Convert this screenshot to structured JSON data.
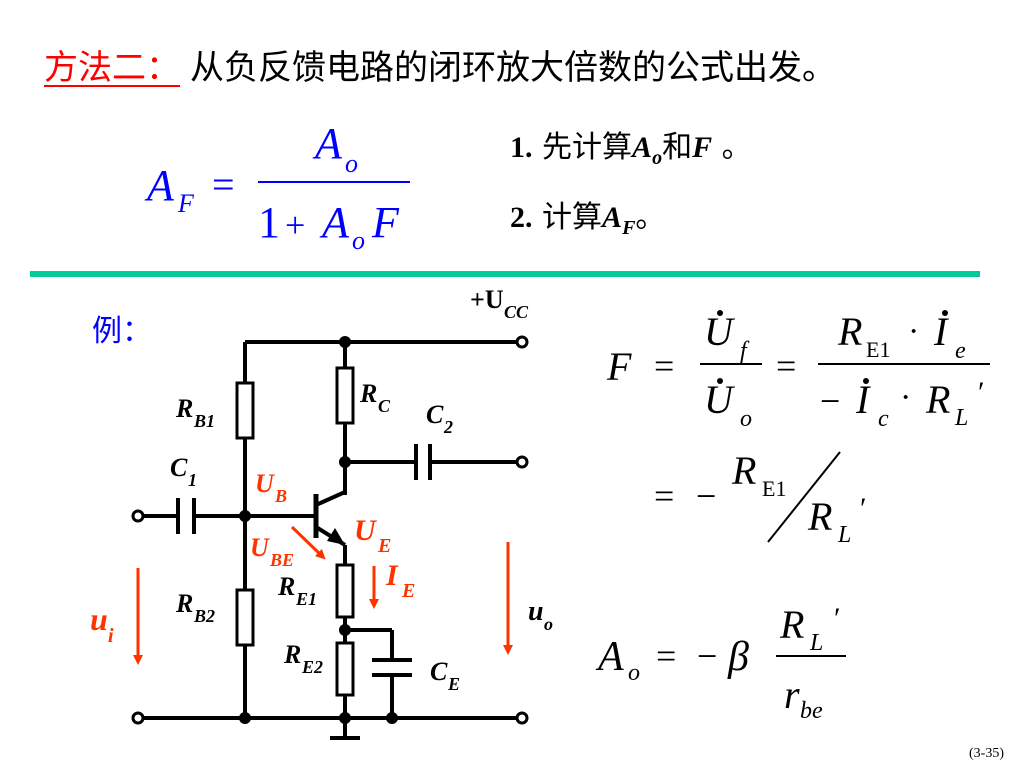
{
  "title": {
    "method_label": "方法二：",
    "text": "从负反馈电路的闭环放大倍数的公式出发。"
  },
  "formula_AF": {
    "lhs": "A",
    "lhs_sub": "F",
    "eq": "=",
    "num": "A",
    "num_sub": "o",
    "den_one": "1",
    "den_plus": "+",
    "den_A": "A",
    "den_A_sub": "o",
    "den_F": "F"
  },
  "steps": [
    {
      "num": "1.",
      "text_a": "先计算",
      "sym_a": "A",
      "sym_a_sub": "o",
      "text_b": "和",
      "sym_b": "F",
      "text_c": " 。"
    },
    {
      "num": "2.",
      "text_a": "计算",
      "sym_a": "A",
      "sym_a_sub": "F",
      "text_c": "。"
    }
  ],
  "example_label": "例：",
  "circuit": {
    "vcc": "+U",
    "vcc_sub": "CC",
    "rb1": "R",
    "rb1_sub": "B1",
    "rb2": "R",
    "rb2_sub": "B2",
    "rc": "R",
    "rc_sub": "C",
    "re1": "R",
    "re1_sub": "E1",
    "re2": "R",
    "re2_sub": "E2",
    "c1": "C",
    "c1_sub": "1",
    "c2": "C",
    "c2_sub": "2",
    "ce": "C",
    "ce_sub": "E",
    "ub": "U",
    "ub_sub": "B",
    "ube": "U",
    "ube_sub": "BE",
    "ue": "U",
    "ue_sub": "E",
    "ie": "I",
    "ie_sub": "E",
    "ui": "u",
    "ui_sub": "i",
    "uo": "u",
    "uo_sub": "o"
  },
  "formula_F": {
    "F": "F",
    "eq": "=",
    "Uf": "U",
    "Uf_sub": "f",
    "Uo": "U",
    "Uo_sub": "o",
    "RE1": "R",
    "RE1_sub": "E1",
    "dot": "·",
    "Ie": "I",
    "Ie_sub": "e",
    "minus": "−",
    "Ic": "I",
    "Ic_sub": "c",
    "RL": "R",
    "RL_sub": "L",
    "prime": "′"
  },
  "formula_F2": {
    "eq": "=",
    "minus": "−",
    "RE1": "R",
    "RE1_sub": "E1",
    "RL": "R",
    "RL_sub": "L",
    "prime": "′"
  },
  "formula_Ao": {
    "A": "A",
    "A_sub": "o",
    "eq": "=",
    "minus": "−",
    "beta": "β",
    "RL": "R",
    "RL_sub": "L",
    "prime": "′",
    "rbe": "r",
    "rbe_sub": "be"
  },
  "page_number": "(3-35)",
  "colors": {
    "accent_red": "#ff0000",
    "arrow_orange": "#ff3300",
    "formula_blue": "#0000ff",
    "divider": "#00cc99"
  }
}
